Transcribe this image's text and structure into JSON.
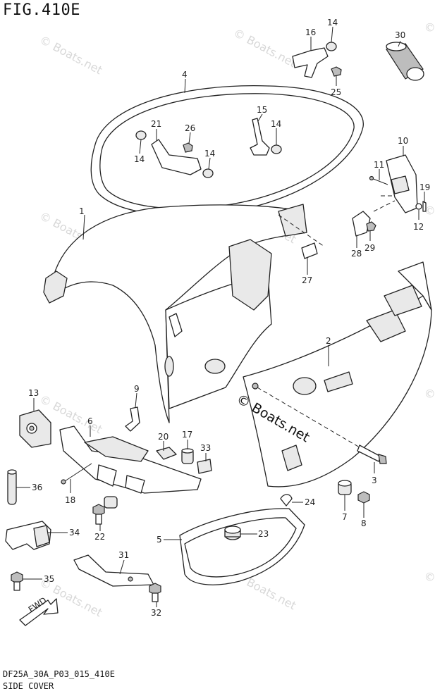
{
  "figure": {
    "title": "FIG.410E",
    "code": "DF25A_30A_P03_015_410E",
    "name": "SIDE COVER"
  },
  "watermark": {
    "main": "© Boats.net",
    "faint": "© Boats.net"
  },
  "fwd_label": "FWD",
  "callouts": [
    {
      "id": "1",
      "label": "1"
    },
    {
      "id": "2",
      "label": "2"
    },
    {
      "id": "3",
      "label": "3"
    },
    {
      "id": "4",
      "label": "4"
    },
    {
      "id": "5",
      "label": "5"
    },
    {
      "id": "6",
      "label": "6"
    },
    {
      "id": "7",
      "label": "7"
    },
    {
      "id": "8",
      "label": "8"
    },
    {
      "id": "9",
      "label": "9"
    },
    {
      "id": "10",
      "label": "10"
    },
    {
      "id": "11",
      "label": "11"
    },
    {
      "id": "12",
      "label": "12"
    },
    {
      "id": "13",
      "label": "13"
    },
    {
      "id": "14",
      "label": "14"
    },
    {
      "id": "15",
      "label": "15"
    },
    {
      "id": "16",
      "label": "16"
    },
    {
      "id": "17",
      "label": "17"
    },
    {
      "id": "18",
      "label": "18"
    },
    {
      "id": "19",
      "label": "19"
    },
    {
      "id": "20",
      "label": "20"
    },
    {
      "id": "21",
      "label": "21"
    },
    {
      "id": "22",
      "label": "22"
    },
    {
      "id": "23",
      "label": "23"
    },
    {
      "id": "24",
      "label": "24"
    },
    {
      "id": "25",
      "label": "25"
    },
    {
      "id": "26",
      "label": "26"
    },
    {
      "id": "27",
      "label": "27"
    },
    {
      "id": "28",
      "label": "28"
    },
    {
      "id": "29",
      "label": "29"
    },
    {
      "id": "30",
      "label": "30"
    },
    {
      "id": "31",
      "label": "31"
    },
    {
      "id": "32",
      "label": "32"
    },
    {
      "id": "33",
      "label": "33"
    },
    {
      "id": "34",
      "label": "34"
    },
    {
      "id": "35",
      "label": "35"
    },
    {
      "id": "36",
      "label": "36"
    }
  ]
}
